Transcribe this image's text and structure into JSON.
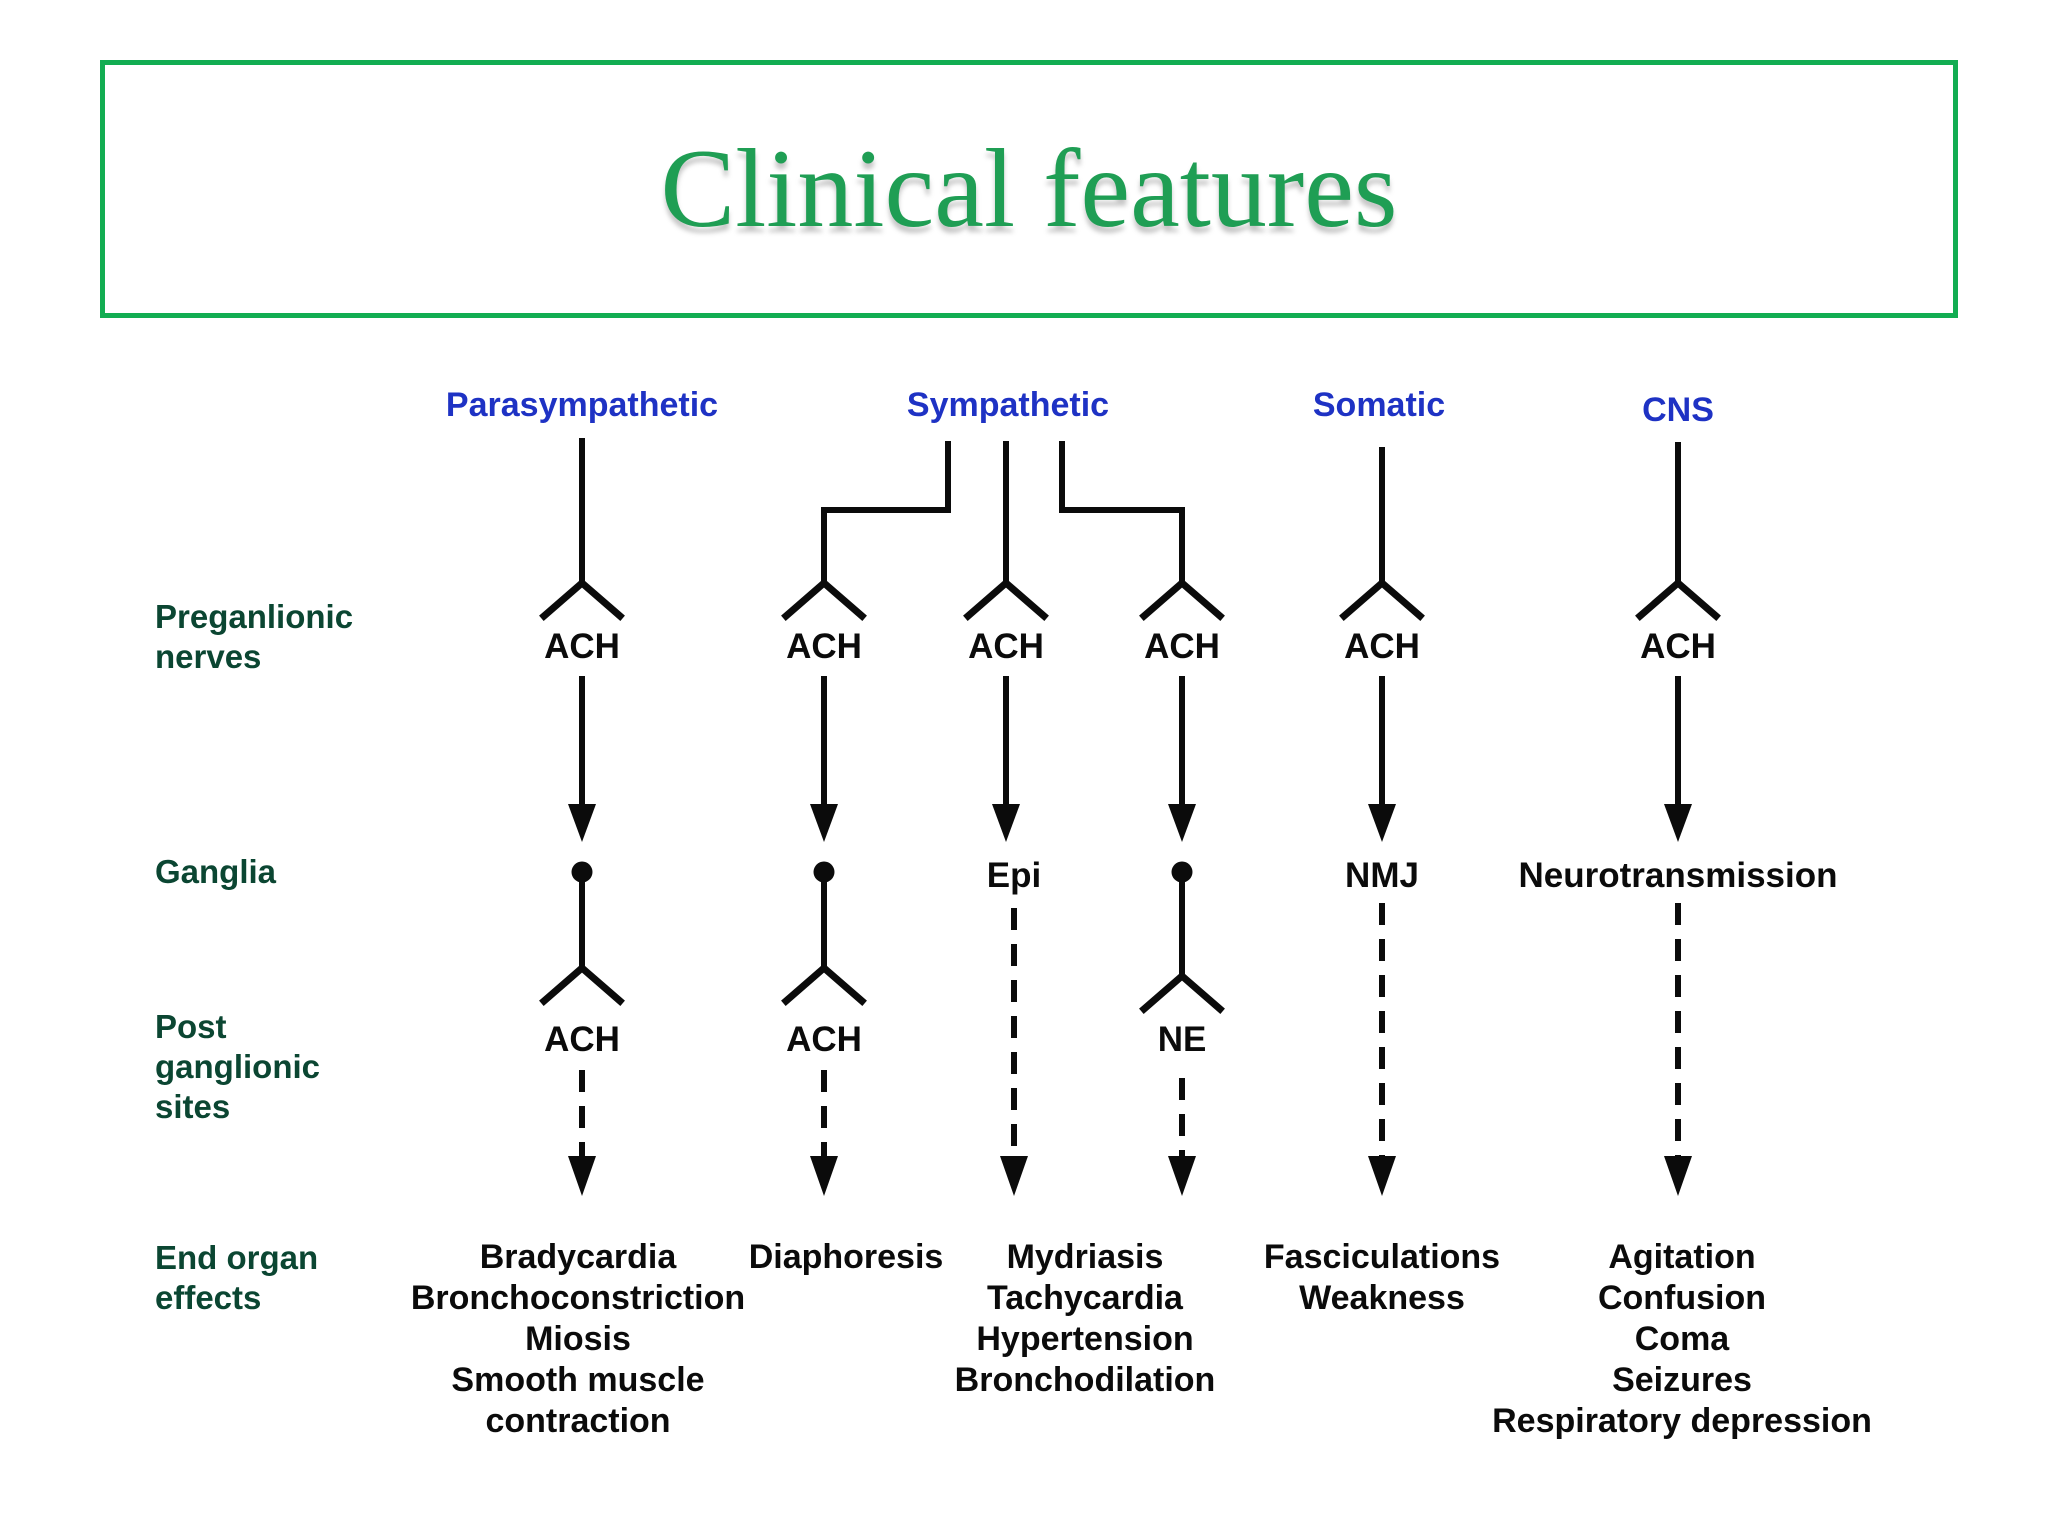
{
  "title": "Clinical features",
  "colors": {
    "border_green": "#12ad52",
    "title_green": "#1f9e54",
    "header_blue": "#1e32c4",
    "label_green": "#0b4632",
    "ink": "#0b0b0b"
  },
  "headers": {
    "parasympathetic": "Parasympathetic",
    "sympathetic": "Sympathetic",
    "somatic": "Somatic",
    "cns": "CNS"
  },
  "row_labels": {
    "preganglionic": [
      "Preganlionic",
      "nerves"
    ],
    "ganglia": "Ganglia",
    "postganglionic": [
      "Post",
      "ganglionic",
      "sites"
    ],
    "end_organ": [
      "End organ",
      "effects"
    ]
  },
  "neurotransmitters": {
    "ach": "ACH",
    "ne": "NE",
    "epi": "Epi"
  },
  "sites": {
    "nmj": "NMJ",
    "neurotransmission": "Neurotransmission"
  },
  "end_organ_effects": {
    "parasympathetic": [
      "Bradycardia",
      "Bronchoconstriction",
      "Miosis",
      "Smooth muscle",
      "contraction"
    ],
    "sweat_glands": [
      "Diaphoresis"
    ],
    "sympathetic": [
      "Mydriasis",
      "Tachycardia",
      "Hypertension",
      "Bronchodilation"
    ],
    "somatic": [
      "Fasciculations",
      "Weakness"
    ],
    "cns": [
      "Agitation",
      "Confusion",
      "Coma",
      "Seizures",
      "Respiratory depression"
    ]
  }
}
